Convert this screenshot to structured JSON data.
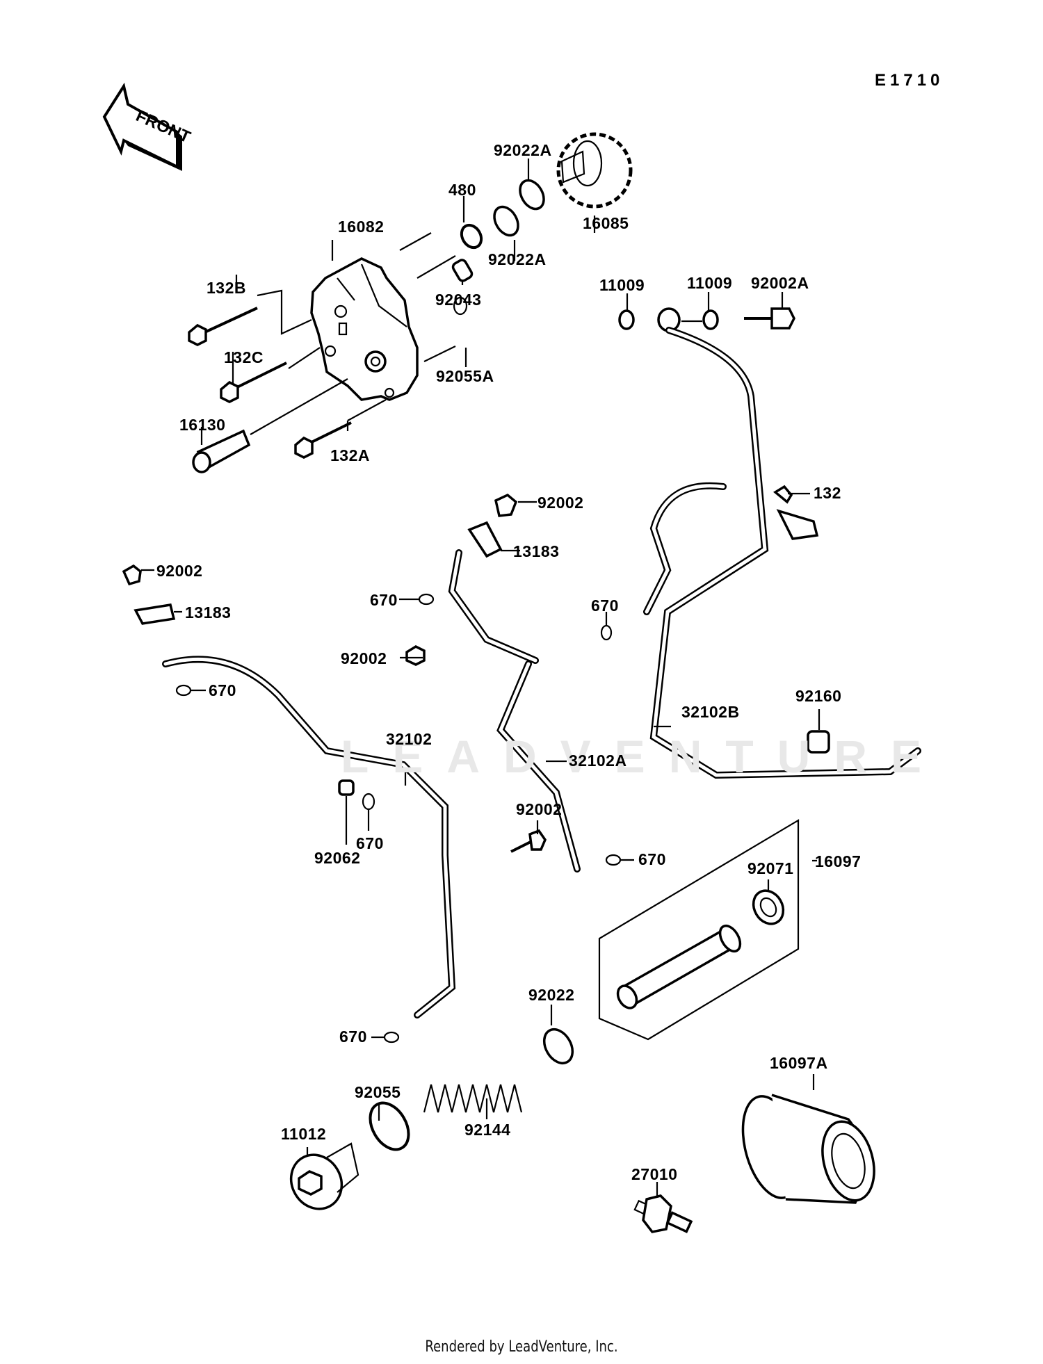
{
  "diagram": {
    "type": "exploded-parts-diagram",
    "reference_code": "E1710",
    "orientation_tag": "FRONT",
    "watermark": "LEADVENTURE",
    "footer": "Rendered by LeadVenture, Inc."
  },
  "callouts": [
    {
      "id": "16082",
      "label": "16082"
    },
    {
      "id": "480",
      "label": "480"
    },
    {
      "id": "92022A-upper",
      "label": "92022A"
    },
    {
      "id": "92022A-lower",
      "label": "92022A"
    },
    {
      "id": "16085",
      "label": "16085"
    },
    {
      "id": "132B",
      "label": "132B"
    },
    {
      "id": "92043",
      "label": "92043"
    },
    {
      "id": "132C",
      "label": "132C"
    },
    {
      "id": "92055A",
      "label": "92055A"
    },
    {
      "id": "16130",
      "label": "16130"
    },
    {
      "id": "132A",
      "label": "132A"
    },
    {
      "id": "11009-left",
      "label": "11009"
    },
    {
      "id": "11009-right",
      "label": "11009"
    },
    {
      "id": "92002A",
      "label": "92002A"
    },
    {
      "id": "92002-mid-top",
      "label": "92002"
    },
    {
      "id": "13183-mid",
      "label": "13183"
    },
    {
      "id": "132",
      "label": "132"
    },
    {
      "id": "92002-left",
      "label": "92002"
    },
    {
      "id": "13183-left",
      "label": "13183"
    },
    {
      "id": "670-mid",
      "label": "670"
    },
    {
      "id": "670-right",
      "label": "670"
    },
    {
      "id": "92002-mid",
      "label": "92002"
    },
    {
      "id": "670-left",
      "label": "670"
    },
    {
      "id": "32102B",
      "label": "32102B"
    },
    {
      "id": "92160",
      "label": "92160"
    },
    {
      "id": "32102",
      "label": "32102"
    },
    {
      "id": "32102A",
      "label": "32102A"
    },
    {
      "id": "670-lower-a",
      "label": "670"
    },
    {
      "id": "92062",
      "label": "92062"
    },
    {
      "id": "92002-lower",
      "label": "92002"
    },
    {
      "id": "670-lower-b",
      "label": "670"
    },
    {
      "id": "16097",
      "label": "16097"
    },
    {
      "id": "92071",
      "label": "92071"
    },
    {
      "id": "92022",
      "label": "92022"
    },
    {
      "id": "670-bottom",
      "label": "670"
    },
    {
      "id": "16097A",
      "label": "16097A"
    },
    {
      "id": "92055",
      "label": "92055"
    },
    {
      "id": "92144",
      "label": "92144"
    },
    {
      "id": "11012",
      "label": "11012"
    },
    {
      "id": "27010",
      "label": "27010"
    }
  ]
}
